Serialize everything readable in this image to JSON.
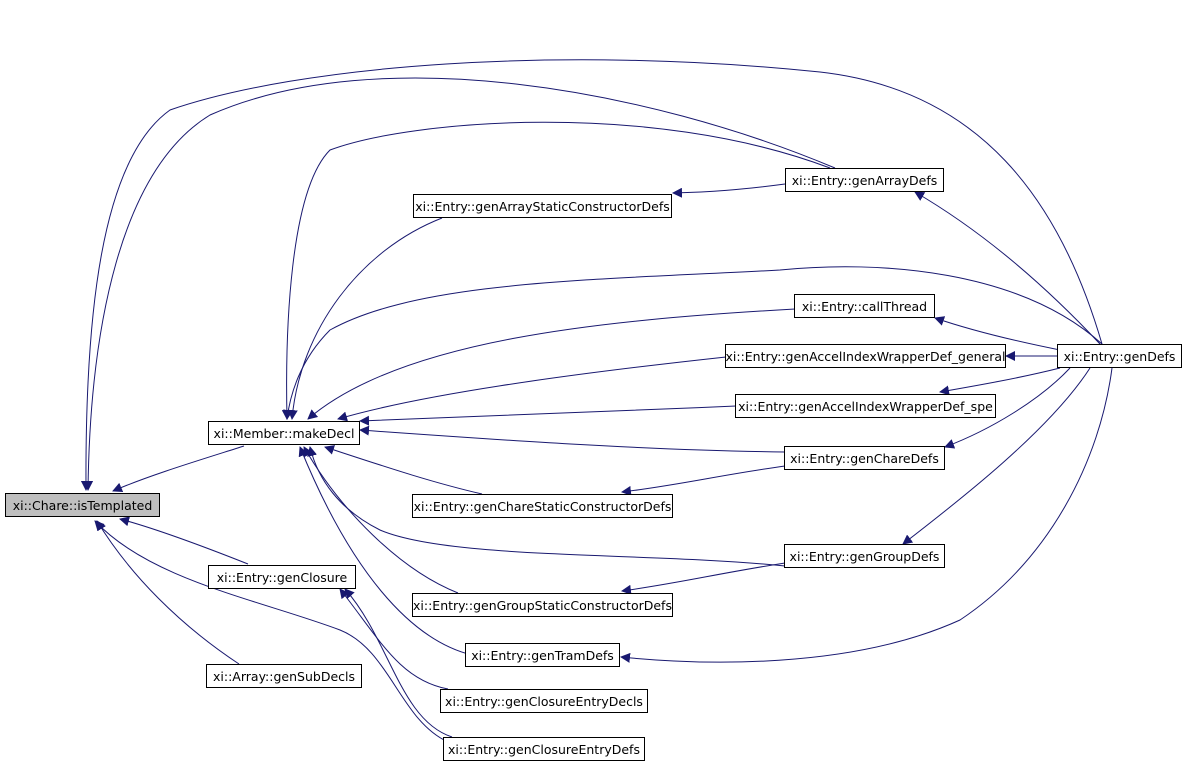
{
  "diagram": {
    "type": "call-graph",
    "edge_color": "#191970",
    "root_fill": "#bfbfbf",
    "nodes": {
      "isTemplated": "xi::Chare::isTemplated",
      "makeDecl": "xi::Member::makeDecl",
      "genClosure": "xi::Entry::genClosure",
      "genSubDecls": "xi::Array::genSubDecls",
      "genArrayDefs": "xi::Entry::genArrayDefs",
      "genArrayStaticConstructorDefs": "xi::Entry::genArrayStaticConstructorDefs",
      "callThread": "xi::Entry::callThread",
      "genAccelIndexWrapperDef_general": "xi::Entry::genAccelIndexWrapperDef_general",
      "genAccelIndexWrapperDef_spe": "xi::Entry::genAccelIndexWrapperDef_spe",
      "genChareDefs": "xi::Entry::genChareDefs",
      "genChareStaticConstructorDefs": "xi::Entry::genChareStaticConstructorDefs",
      "genGroupDefs": "xi::Entry::genGroupDefs",
      "genGroupStaticConstructorDefs": "xi::Entry::genGroupStaticConstructorDefs",
      "genTramDefs": "xi::Entry::genTramDefs",
      "genClosureEntryDecls": "xi::Entry::genClosureEntryDecls",
      "genClosureEntryDefs": "xi::Entry::genClosureEntryDefs",
      "genDefs": "xi::Entry::genDefs"
    },
    "edges": [
      [
        "makeDecl",
        "isTemplated"
      ],
      [
        "genClosure",
        "isTemplated"
      ],
      [
        "genSubDecls",
        "isTemplated"
      ],
      [
        "genArrayDefs",
        "isTemplated"
      ],
      [
        "genDefs",
        "isTemplated"
      ],
      [
        "genClosureEntryDefs",
        "isTemplated"
      ],
      [
        "genArrayDefs",
        "makeDecl"
      ],
      [
        "genArrayStaticConstructorDefs",
        "makeDecl"
      ],
      [
        "callThread",
        "makeDecl"
      ],
      [
        "genAccelIndexWrapperDef_general",
        "makeDecl"
      ],
      [
        "genAccelIndexWrapperDef_spe",
        "makeDecl"
      ],
      [
        "genChareDefs",
        "makeDecl"
      ],
      [
        "genChareStaticConstructorDefs",
        "makeDecl"
      ],
      [
        "genGroupDefs",
        "makeDecl"
      ],
      [
        "genGroupStaticConstructorDefs",
        "makeDecl"
      ],
      [
        "genTramDefs",
        "makeDecl"
      ],
      [
        "genDefs",
        "makeDecl"
      ],
      [
        "genClosureEntryDecls",
        "genClosure"
      ],
      [
        "genClosureEntryDefs",
        "genClosure"
      ],
      [
        "genArrayDefs",
        "genArrayStaticConstructorDefs"
      ],
      [
        "genChareDefs",
        "genChareStaticConstructorDefs"
      ],
      [
        "genGroupDefs",
        "genGroupStaticConstructorDefs"
      ],
      [
        "genDefs",
        "genArrayDefs"
      ],
      [
        "genDefs",
        "callThread"
      ],
      [
        "genDefs",
        "genAccelIndexWrapperDef_general"
      ],
      [
        "genDefs",
        "genAccelIndexWrapperDef_spe"
      ],
      [
        "genDefs",
        "genChareDefs"
      ],
      [
        "genDefs",
        "genGroupDefs"
      ],
      [
        "genDefs",
        "genTramDefs"
      ]
    ]
  }
}
